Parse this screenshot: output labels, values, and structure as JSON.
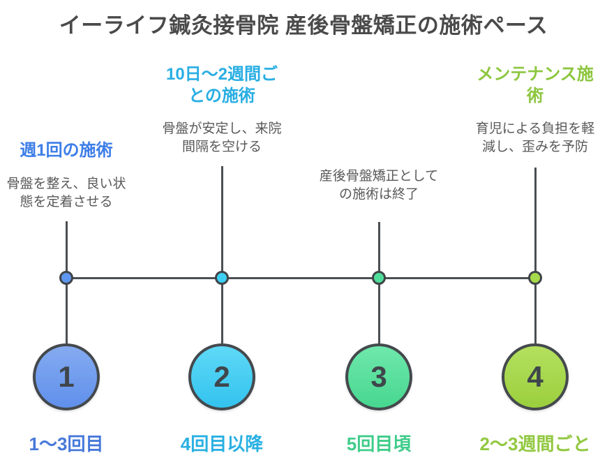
{
  "title": "イーライフ鍼灸接骨院 産後骨盤矯正の施術ペース",
  "colors": {
    "title_text": "#4a4a4a",
    "line": "#4a4f52",
    "description_text": "#595959",
    "number_text": "#3f464b",
    "background": "#ffffff"
  },
  "nodes": [
    {
      "number": "1",
      "heading": "週1回の施術",
      "description": "骨盤を整え、良い状\n態を定着させる",
      "label": "1〜3回目",
      "accent": "#3d7ee8",
      "label_color": "#4779d9",
      "dot_color": "#5e97f0",
      "circle_top": "#85abf1",
      "circle_bottom": "#6090eb"
    },
    {
      "number": "2",
      "heading": "10日〜2週間ご\nとの施術",
      "description": "骨盤が安定し、来院\n間隔を空ける",
      "label": "4回目以降",
      "accent": "#29aee3",
      "label_color": "#29b0e2",
      "dot_color": "#3ecff4",
      "circle_top": "#5fd9f7",
      "circle_bottom": "#33c3ee"
    },
    {
      "number": "3",
      "heading": "",
      "description": "産後骨盤矯正として\nの施術は終了",
      "label": "5回目頃",
      "accent": "#3fcc8a",
      "label_color": "#3fcc8a",
      "dot_color": "#4fdd99",
      "circle_top": "#6fe8ac",
      "circle_bottom": "#47d78f"
    },
    {
      "number": "4",
      "heading": "メンテナンス施\n術",
      "description": "育児による負担を軽\n減し、歪みを予防",
      "label": "2〜3週間ごと",
      "accent": "#8cc63e",
      "label_color": "#92c841",
      "dot_color": "#a6da4b",
      "circle_top": "#b4e05f",
      "circle_bottom": "#9bcf3d"
    }
  ]
}
